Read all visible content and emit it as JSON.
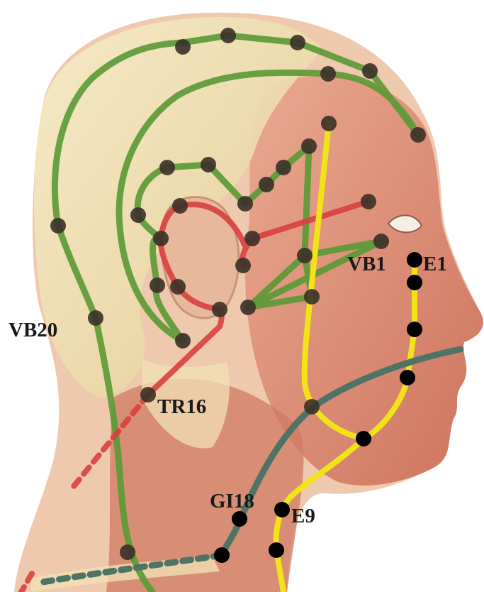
{
  "labels": {
    "vb20": "VB20",
    "vb1": "VB1",
    "e1": "E1",
    "tr16": "TR16",
    "gi18": "GI18",
    "e9": "E9"
  },
  "colors": {
    "gallbladder_meridian": "#5a9a35",
    "triple_burner_meridian": "#d8403e",
    "stomach_meridian": "#f2e21a",
    "large_intestine_meridian": "#4f7364",
    "acupoint_dark": "#3a3128",
    "acupoint_black": "#000000",
    "skin": "#eecfb4",
    "muscle": "#d7826f",
    "skull": "#f0e2b7"
  }
}
